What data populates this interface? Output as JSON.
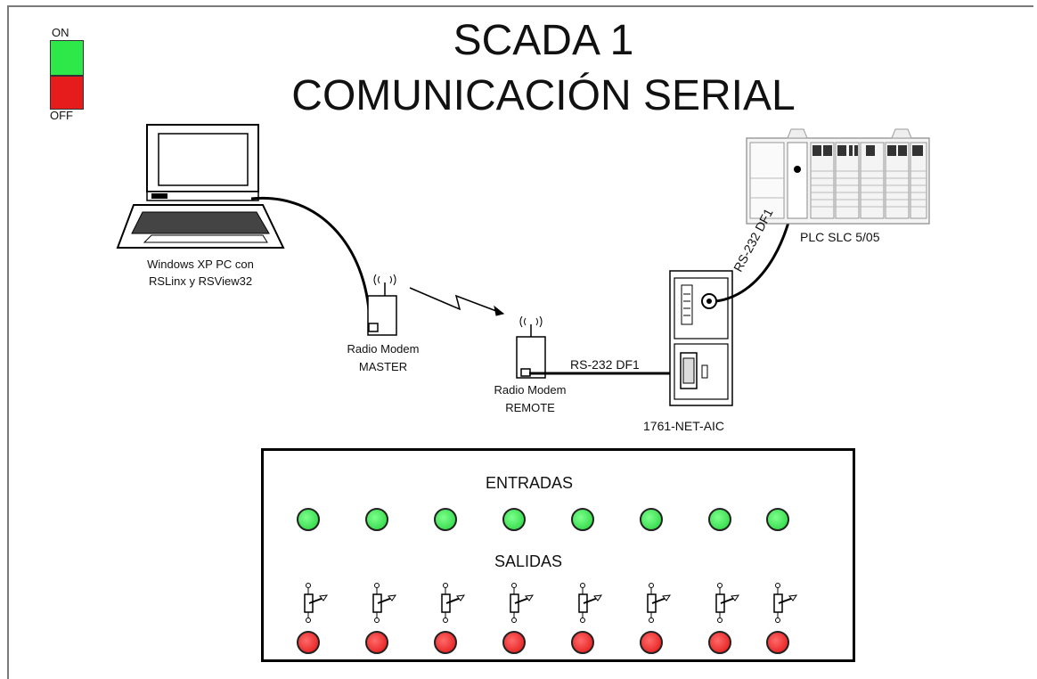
{
  "title": {
    "line1": "SCADA 1",
    "line2": "COMUNICACIÓN SERIAL"
  },
  "toggle": {
    "on_label": "ON",
    "off_label": "OFF",
    "on_color": "#2ee84a",
    "off_color": "#e61c1c"
  },
  "devices": {
    "pc": {
      "line1": "Windows XP PC con",
      "line2": "RSLinx y RSView32"
    },
    "modem_master": {
      "line1": "Radio Modem",
      "line2": "MASTER"
    },
    "modem_remote": {
      "line1": "Radio Modem",
      "line2": "REMOTE"
    },
    "link_label": "RS-232 DF1",
    "link_label_plc": "RS-232 DF1",
    "aic": "1761-NET-AIC",
    "plc": "PLC SLC 5/05"
  },
  "panel": {
    "entradas_label": "ENTRADAS",
    "salidas_label": "SALIDAS",
    "inputs": [
      "on",
      "on",
      "on",
      "on",
      "on",
      "on",
      "on",
      "on"
    ],
    "outputs": [
      "off",
      "off",
      "off",
      "off",
      "off",
      "off",
      "off",
      "off"
    ],
    "switches": [
      "s1",
      "s2",
      "s3",
      "s4",
      "s5",
      "s6",
      "s7",
      "s8"
    ],
    "input_color": "#22d13a",
    "output_color": "#e01010"
  }
}
